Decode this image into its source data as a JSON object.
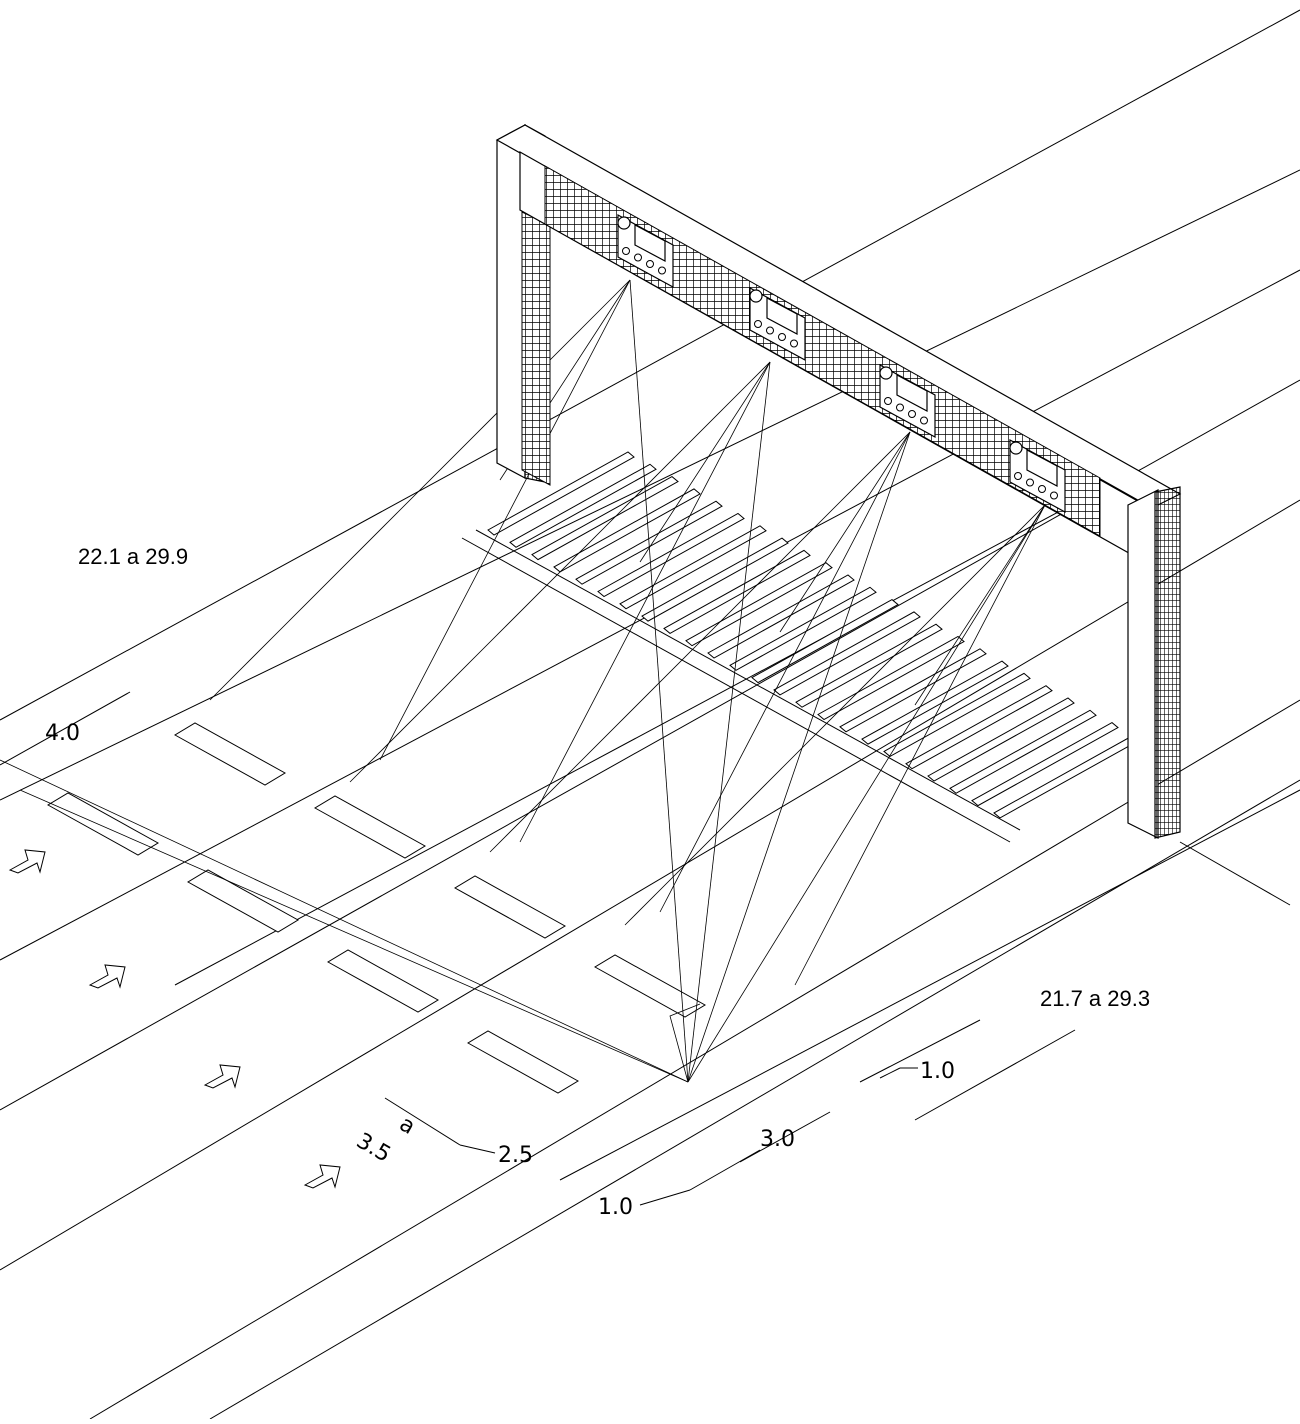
{
  "labels": {
    "left_span": "22.1 a 29.9",
    "right_span": "21.7 a 29.3",
    "dim_4_0": "4.0",
    "dim_1_0_right": "1.0",
    "dim_3_0": "3.0",
    "dim_1_0_bottom": "1.0",
    "dim_2_5": "2.5",
    "dim_3_5": "3.5",
    "dim_a": "a"
  },
  "colors": {
    "ink": "#000000",
    "background": "#ffffff"
  },
  "icons": [
    "traffic-direction-arrow-icon",
    "camera-unit-icon"
  ]
}
